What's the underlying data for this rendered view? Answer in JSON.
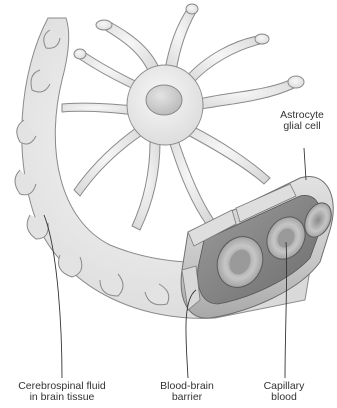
{
  "labels": {
    "astrocyte": {
      "line1": "Astrocyte",
      "line2": "glial cell"
    },
    "csf": {
      "line1": "Cerebrospinal fluid",
      "line2": "in brain tissue"
    },
    "bbb": {
      "line1": "Blood-brain",
      "line2": "barrier"
    },
    "capillary": {
      "line1": "Capillary",
      "line2": "blood"
    }
  },
  "colors": {
    "astrocyte_fill": "#ececec",
    "astrocyte_stroke": "#8a8a8a",
    "nucleus_fill": "#cfcfcf",
    "capillary_fill": "#d2d2d2",
    "capillary_stroke": "#6f6f6f",
    "red_cell_fill": "#a9a9a9",
    "red_cell_shadow": "#5a5a5a",
    "leader_line": "#333333",
    "label_text": "#333333",
    "background": "#ffffff"
  }
}
